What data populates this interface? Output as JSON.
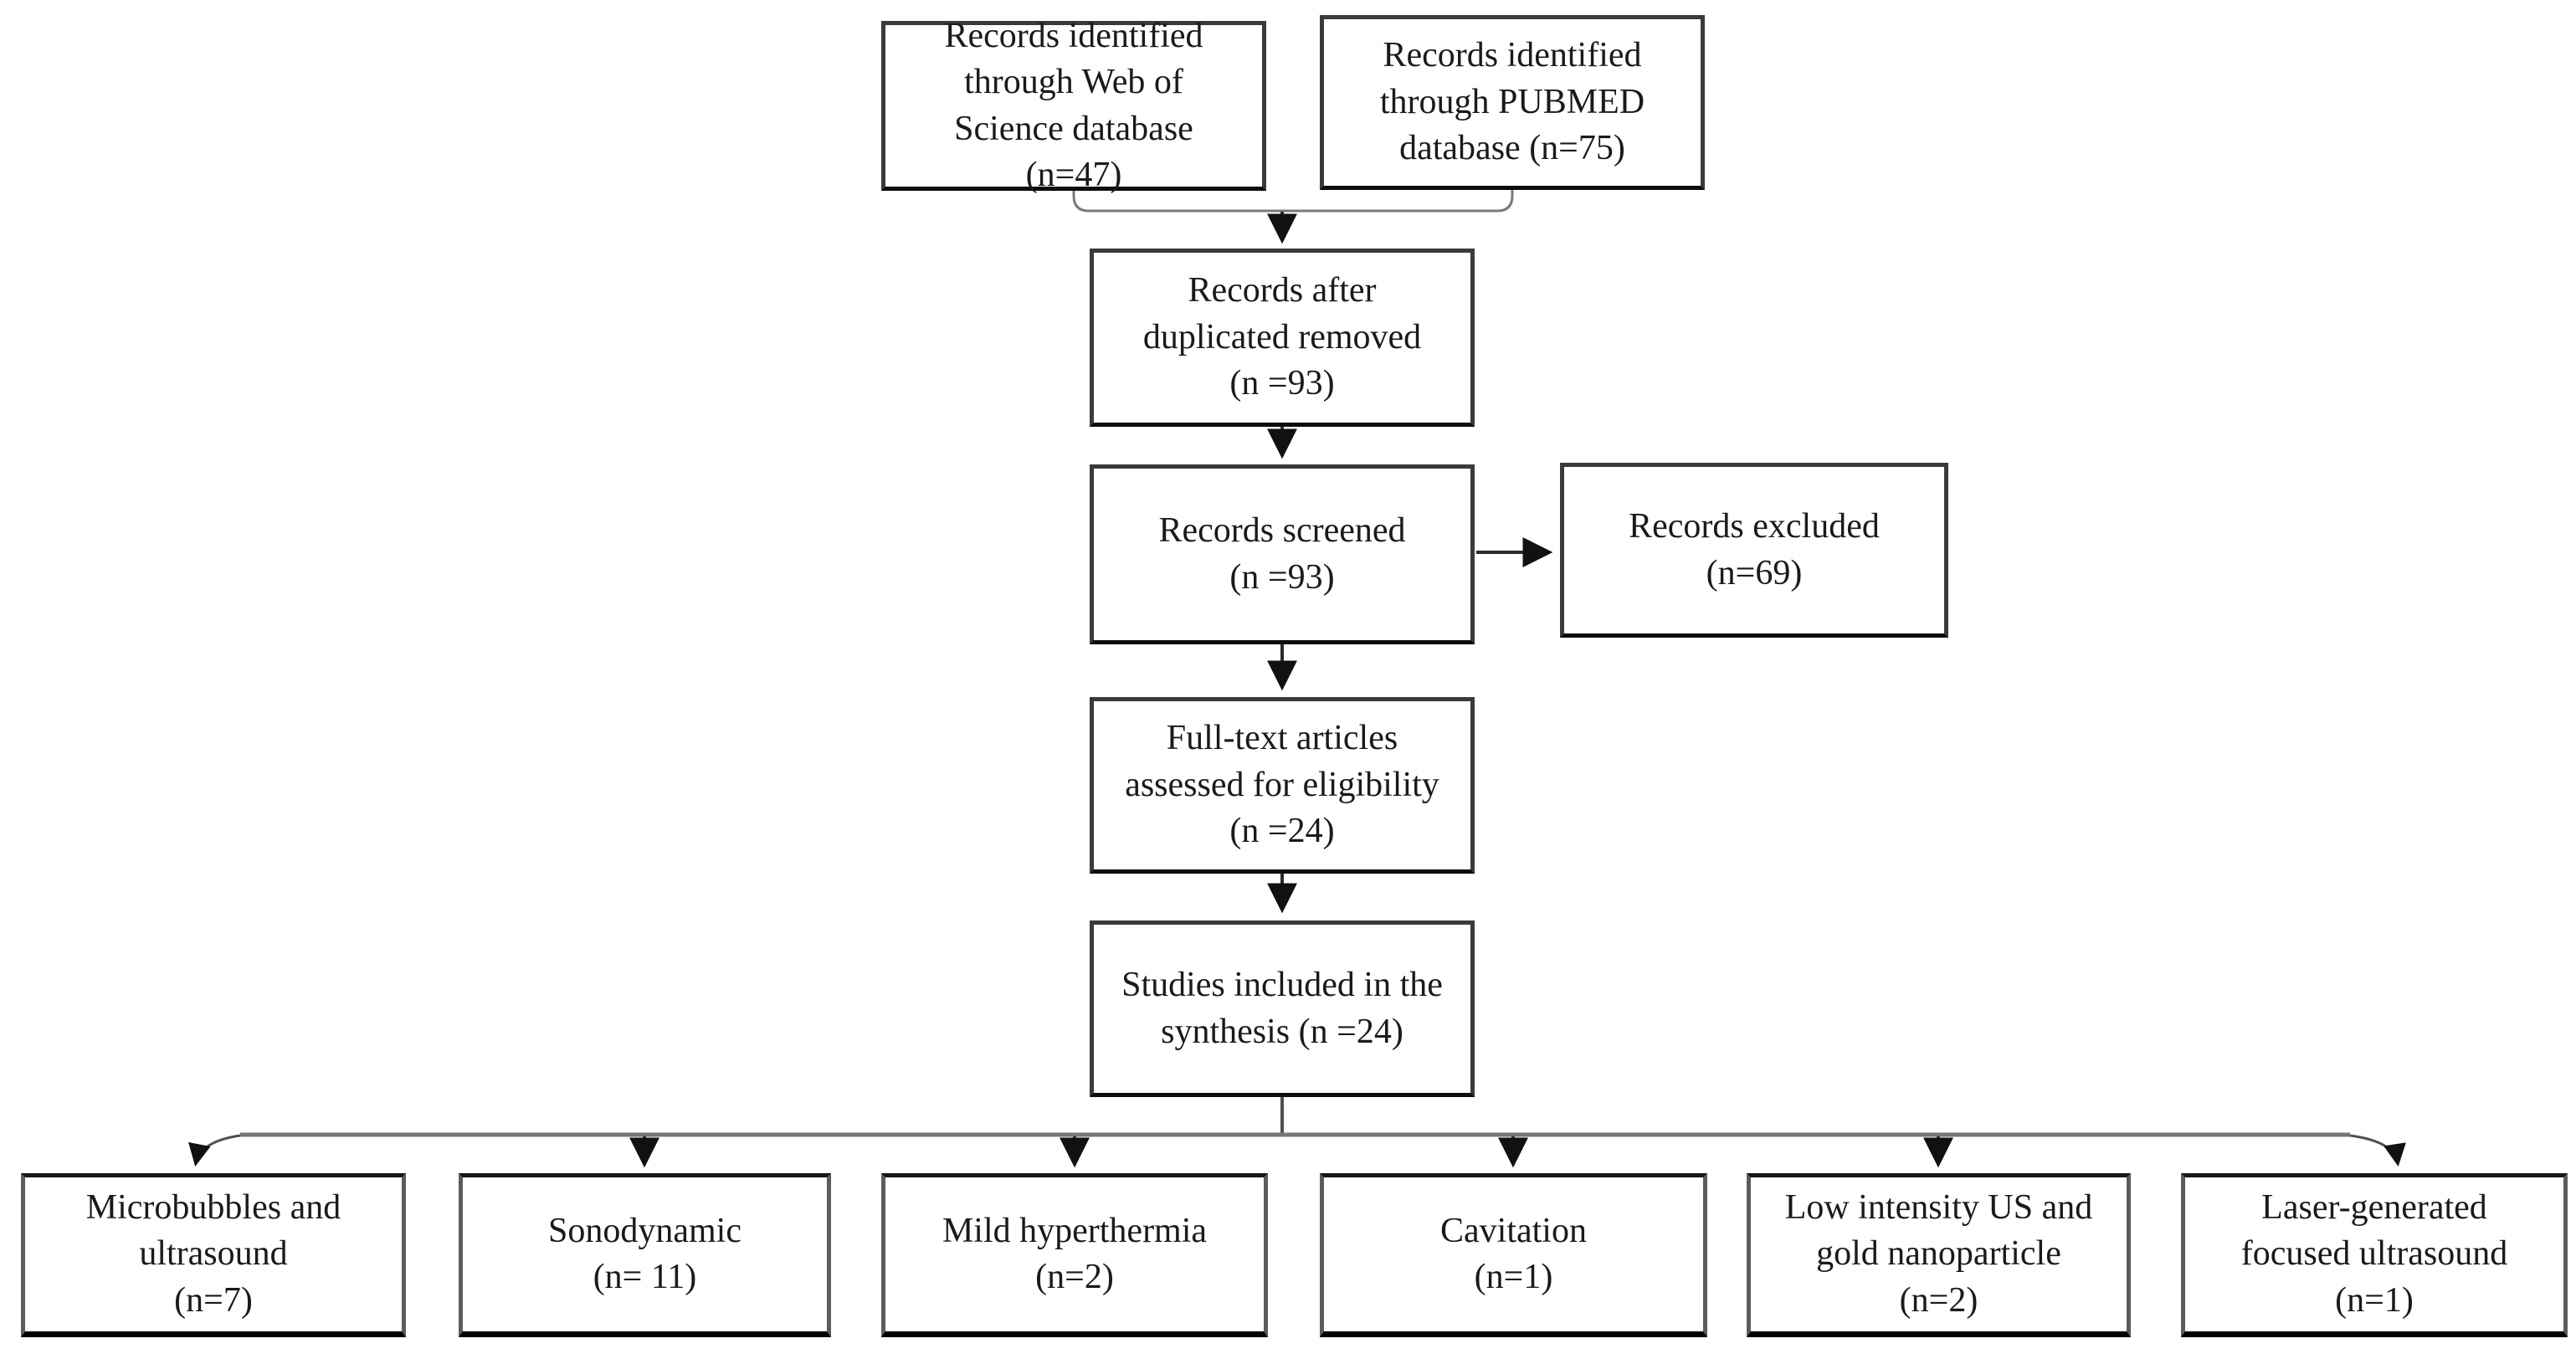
{
  "diagram": {
    "type": "flowchart",
    "topic": "PRISMA study selection flow diagram",
    "colors": {
      "background": "#ffffff",
      "box_fill": "#ffffff",
      "box_border": "#3a3a3a",
      "connector_gray": "#6a6a6a",
      "arrow_black": "#2b2b2b",
      "text": "#1a1a1a"
    },
    "nodes": {
      "web_of_science": {
        "label": "Records identified\nthrough Web of\nScience database\n(n=47)"
      },
      "pubmed": {
        "label": "Records identified\nthrough PUBMED\ndatabase (n=75)"
      },
      "after_duplicates": {
        "label": "Records after\nduplicated removed\n(n =93)"
      },
      "screened": {
        "label": "Records screened\n(n =93)"
      },
      "excluded": {
        "label": "Records excluded\n(n=69)"
      },
      "full_text": {
        "label": "Full-text articles\nassessed for eligibility\n(n =24)"
      },
      "included": {
        "label": "Studies included in the\nsynthesis (n =24)"
      },
      "microbubbles": {
        "label": "Microbubbles and\nultrasound\n(n=7)"
      },
      "sonodynamic": {
        "label": "Sonodynamic\n(n= 11)"
      },
      "mild_hyperthermia": {
        "label": "Mild hyperthermia\n(n=2)"
      },
      "cavitation": {
        "label": "Cavitation\n(n=1)"
      },
      "low_intensity": {
        "label": "Low intensity US and\ngold nanoparticle\n(n=2)"
      },
      "laser_focused": {
        "label": "Laser-generated\nfocused ultrasound\n(n=1)"
      }
    }
  }
}
